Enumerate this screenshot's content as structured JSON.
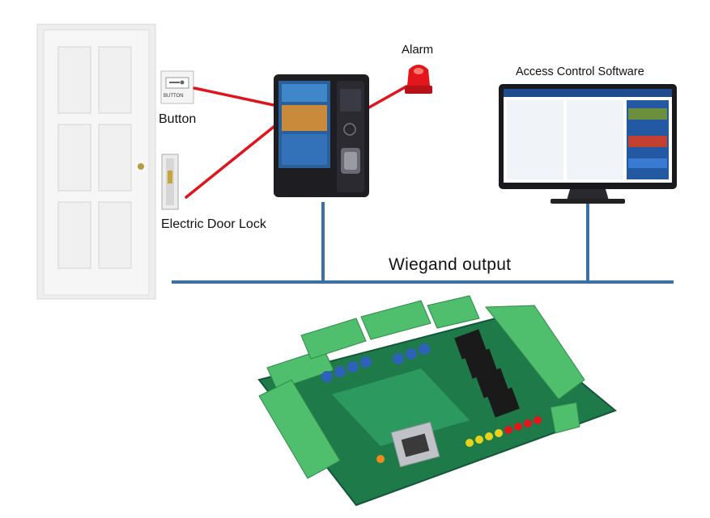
{
  "labels": {
    "button": "Button",
    "electric_door_lock": "Electric Door Lock",
    "alarm": "Alarm",
    "access_control_software": "Access Control Software",
    "wiegand_output": "Wiegand output",
    "button_plate_text": "BUTTON"
  },
  "colors": {
    "signal_line": "#e0141c",
    "bus_line": "#3a6fa8",
    "pcb_green": "#1f7a4a",
    "terminal_green": "#4fbf6e",
    "door_white": "#f4f4f4",
    "terminal_black": "#1e1e22",
    "alarm_red": "#e3161c"
  },
  "icons": {
    "door": "door-icon",
    "button": "exit-button-icon",
    "lock": "magnetic-lock-icon",
    "terminal": "fingerprint-terminal-icon",
    "alarm": "alarm-beacon-icon",
    "monitor": "monitor-icon",
    "controller": "controller-board-icon"
  }
}
